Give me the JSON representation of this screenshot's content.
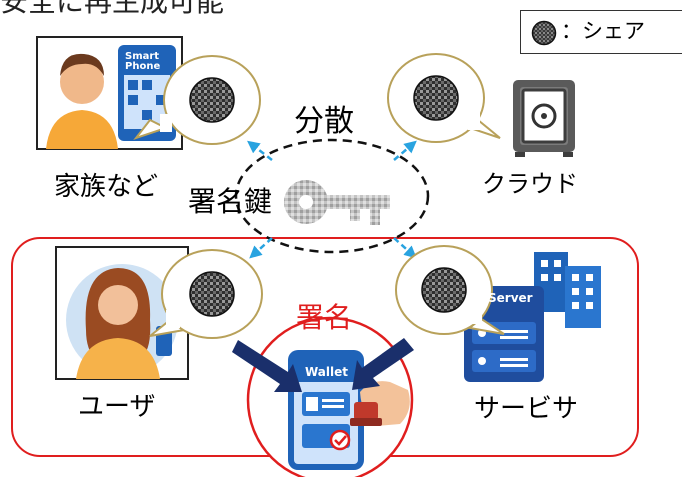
{
  "title_partial": "安全に再生成可能",
  "legend": {
    "label": "：シェア",
    "icon": "share-icon"
  },
  "center": {
    "distribute_label": "分散",
    "key_label": "署名鍵",
    "sign_label": "署名"
  },
  "nodes": {
    "family": {
      "label": "家族など",
      "phone_text": "Smart Phone"
    },
    "cloud": {
      "label": "クラウド"
    },
    "user": {
      "label": "ユーザ"
    },
    "service": {
      "label": "サービサ",
      "server_text": "Server"
    },
    "wallet": {
      "app_text": "Wallet"
    }
  },
  "colors": {
    "accent_red": "#e01e1e",
    "arrow_blue": "#29a3e0",
    "navy": "#1a2f6b"
  }
}
